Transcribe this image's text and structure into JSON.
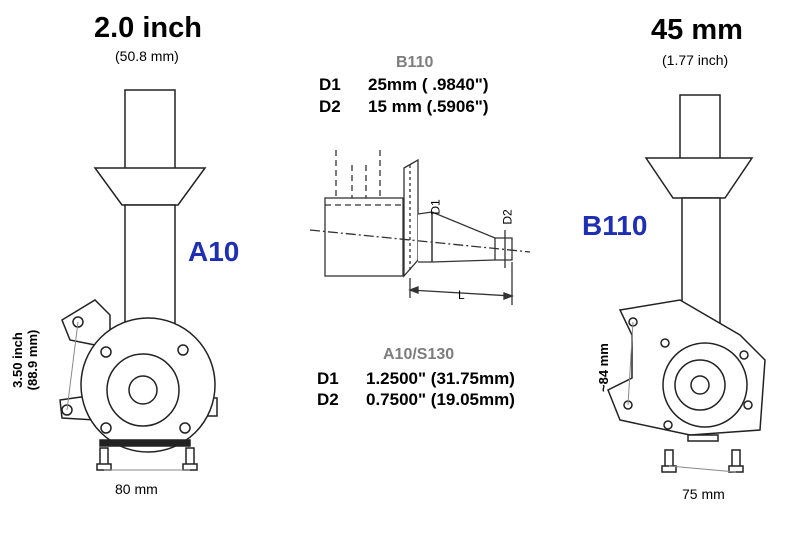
{
  "left": {
    "diameter": "2.0 inch",
    "diameter_metric": "(50.8 mm)",
    "name": "A10",
    "bolt_height_line1": "3.50 inch",
    "bolt_height_line2": "(88.9 mm)",
    "bolt_width": "80 mm"
  },
  "right": {
    "diameter": "45 mm",
    "diameter_imperial": "(1.77 inch)",
    "name": "B110",
    "bolt_height": "~84 mm",
    "bolt_width": "75 mm"
  },
  "center": {
    "b110_title": "B110",
    "b110_d1_label": "D1",
    "b110_d1_value": "25mm ( .9840\")",
    "b110_d2_label": "D2",
    "b110_d2_value": "15 mm (.5906\")",
    "a10_title": "A10/S130",
    "a10_d1_label": "D1",
    "a10_d1_value": "1.2500\" (31.75mm)",
    "a10_d2_label": "D2",
    "a10_d2_value": "0.7500\" (19.05mm)",
    "drawing_d1": "D1",
    "drawing_d2": "D2",
    "drawing_l": "L"
  }
}
